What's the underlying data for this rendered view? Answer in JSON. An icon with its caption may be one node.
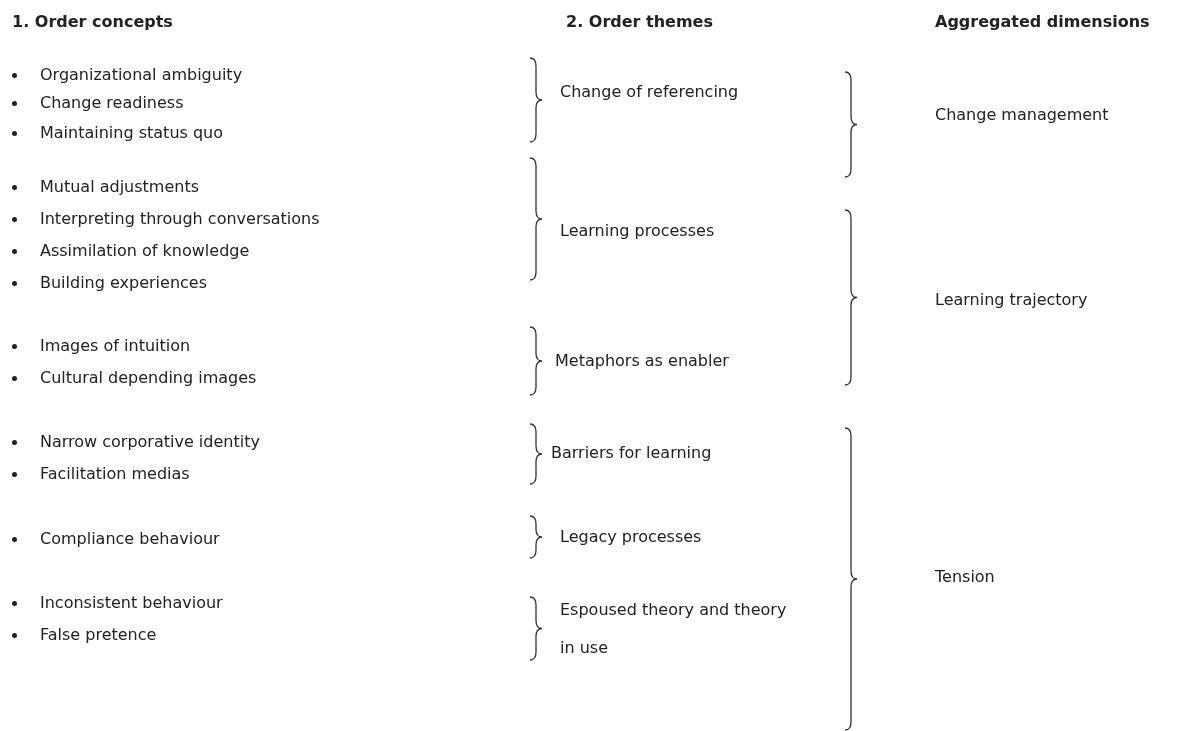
{
  "diagram": {
    "labels": [
      "1. Order concepts",
      "2. Order themes",
      "Aggregated dimensions",
      "Organizational ambiguity",
      "Change readiness",
      "Maintaining status quo",
      "Mutual adjustments",
      "Interpreting through conversations",
      "Assimilation of knowledge",
      "Building experiences",
      "Images of intuition",
      "Cultural depending images",
      "Narrow corporative identity",
      "Facilitation medias",
      "Compliance behaviour",
      "Inconsistent behaviour",
      "False pretence",
      "Change of referencing",
      "Learning processes",
      "Metaphors as enabler",
      "Barriers for learning",
      "Legacy processes",
      "Espoused theory and theory in use",
      "Change management",
      "Learning trajectory",
      "Tension"
    ]
  }
}
